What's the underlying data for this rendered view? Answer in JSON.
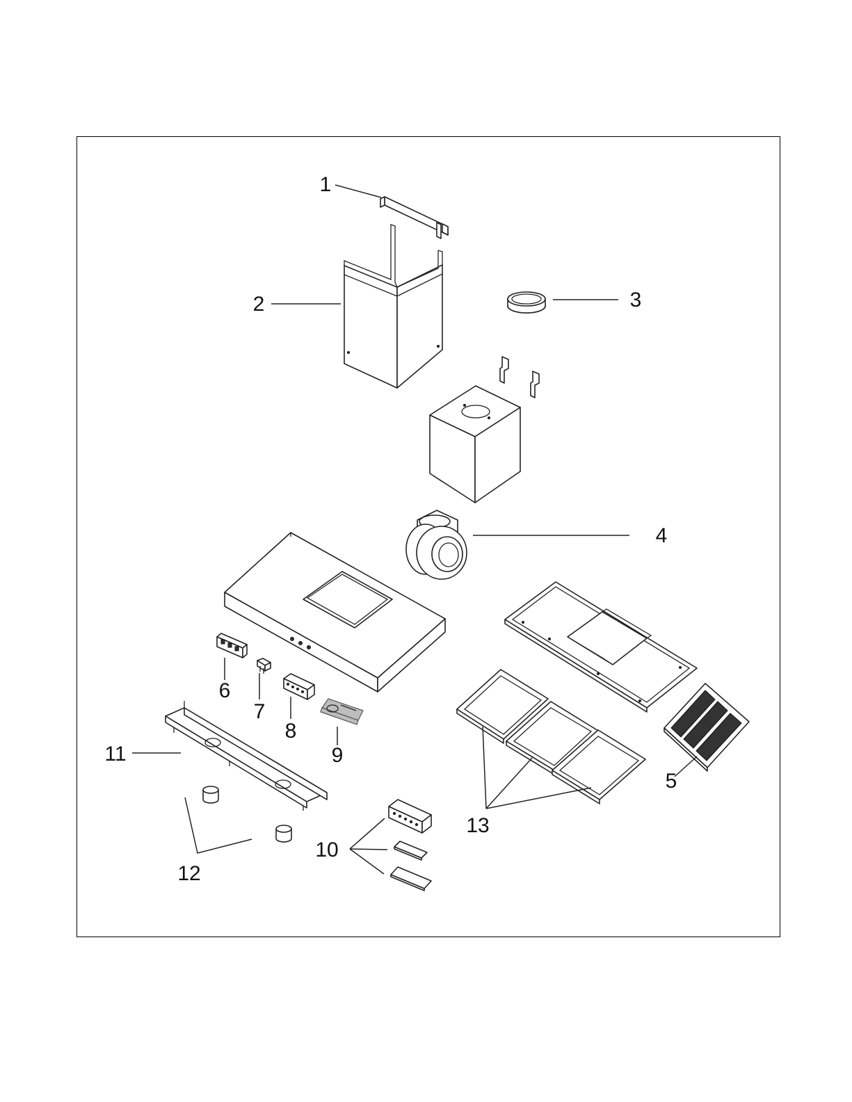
{
  "diagram": {
    "parts": [
      {
        "id": "part-1",
        "callout": "1"
      },
      {
        "id": "part-2",
        "callout": "2"
      },
      {
        "id": "part-3",
        "callout": "3"
      },
      {
        "id": "part-4",
        "callout": "4"
      },
      {
        "id": "part-5",
        "callout": "5"
      },
      {
        "id": "part-6",
        "callout": "6"
      },
      {
        "id": "part-7",
        "callout": "7"
      },
      {
        "id": "part-8",
        "callout": "8"
      },
      {
        "id": "part-9",
        "callout": "9"
      },
      {
        "id": "part-10",
        "callout": "10"
      },
      {
        "id": "part-11",
        "callout": "11"
      },
      {
        "id": "part-12",
        "callout": "12"
      },
      {
        "id": "part-13",
        "callout": "13"
      }
    ]
  }
}
